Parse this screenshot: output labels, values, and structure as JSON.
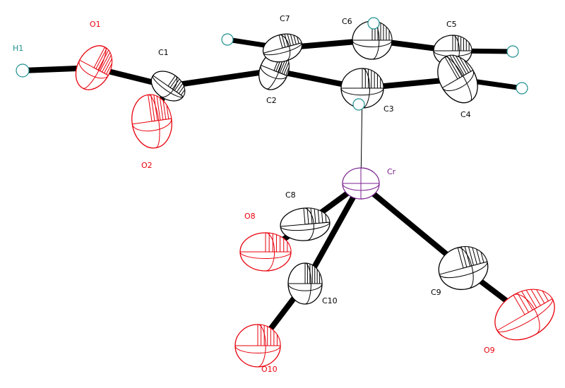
{
  "colors": {
    "carbon": "#000000",
    "oxygen": "#e8000b",
    "hydrogen": "#1f8f8f",
    "chromium": "#7a1f8f",
    "background": "#ffffff"
  },
  "atoms": [
    {
      "id": "H1",
      "label": "H1",
      "element": "H"
    },
    {
      "id": "O1",
      "label": "O1",
      "element": "O"
    },
    {
      "id": "C1",
      "label": "C1",
      "element": "C"
    },
    {
      "id": "O2",
      "label": "O2",
      "element": "O"
    },
    {
      "id": "C2",
      "label": "C2",
      "element": "C"
    },
    {
      "id": "C7",
      "label": "C7",
      "element": "C"
    },
    {
      "id": "C6",
      "label": "C6",
      "element": "C"
    },
    {
      "id": "C5",
      "label": "C5",
      "element": "C"
    },
    {
      "id": "C4",
      "label": "C4",
      "element": "C"
    },
    {
      "id": "C3",
      "label": "C3",
      "element": "C"
    },
    {
      "id": "Cr",
      "label": "Cr",
      "element": "Cr"
    },
    {
      "id": "C8",
      "label": "C8",
      "element": "C"
    },
    {
      "id": "O8",
      "label": "O8",
      "element": "O"
    },
    {
      "id": "C10",
      "label": "C10",
      "element": "C"
    },
    {
      "id": "O10",
      "label": "O10",
      "element": "O"
    },
    {
      "id": "C9",
      "label": "C9",
      "element": "C"
    },
    {
      "id": "O9",
      "label": "O9",
      "element": "O"
    }
  ],
  "bonds": [
    [
      "H1",
      "O1"
    ],
    [
      "O1",
      "C1"
    ],
    [
      "C1",
      "O2"
    ],
    [
      "C1",
      "C2"
    ],
    [
      "C2",
      "C7"
    ],
    [
      "C7",
      "C6"
    ],
    [
      "C6",
      "C5"
    ],
    [
      "C5",
      "C4"
    ],
    [
      "C4",
      "C3"
    ],
    [
      "C3",
      "C2"
    ],
    [
      "C3",
      "Cr"
    ],
    [
      "Cr",
      "C8"
    ],
    [
      "C8",
      "O8"
    ],
    [
      "Cr",
      "C10"
    ],
    [
      "C10",
      "O10"
    ],
    [
      "Cr",
      "C9"
    ],
    [
      "C9",
      "O9"
    ]
  ]
}
